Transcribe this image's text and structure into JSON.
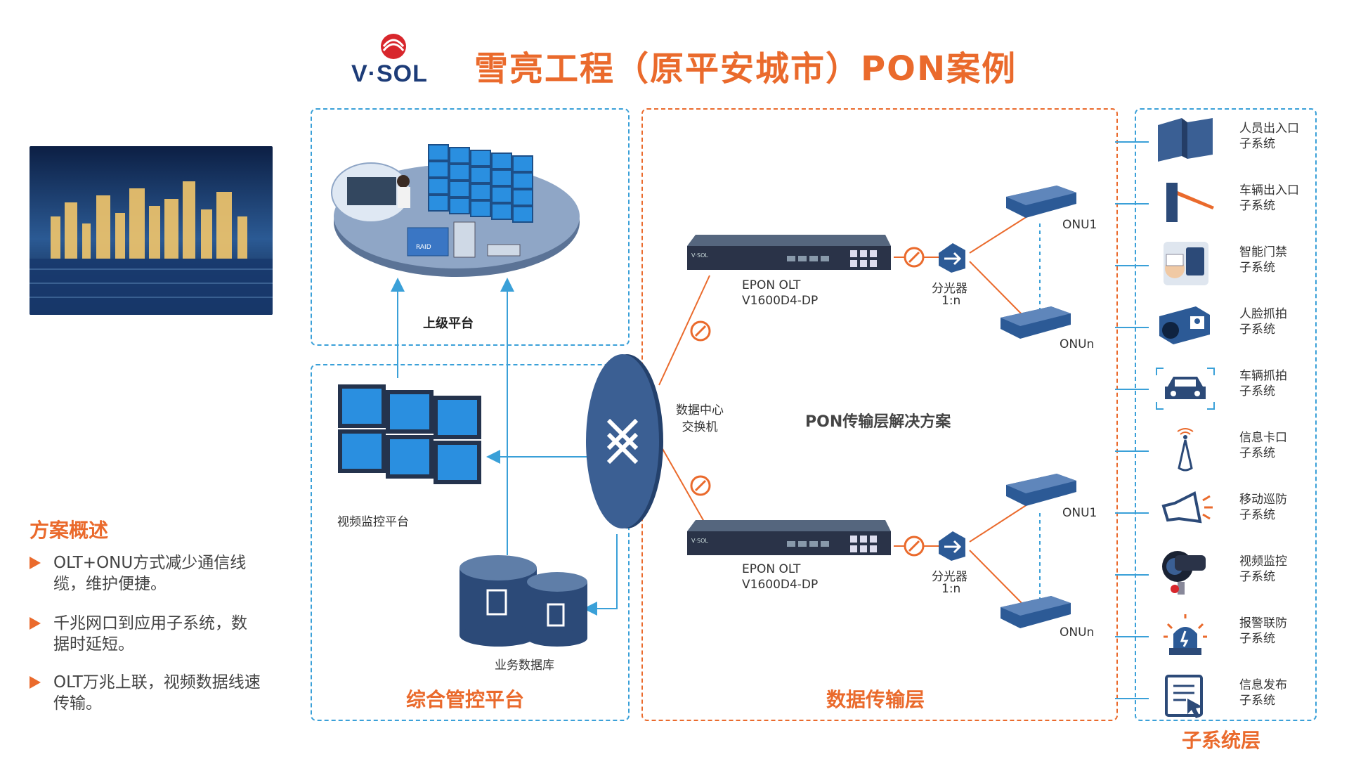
{
  "header": {
    "logo_text": "V·SOL",
    "title": "雪亮工程（原平安城市）PON案例"
  },
  "summary": {
    "title": "方案概述",
    "bullets": [
      "OLT+ONU方式减少通信线缆，维护便捷。",
      "千兆网口到应用子系统，数据时延短。",
      "OLT万兆上联，视频数据线速传输。"
    ]
  },
  "platform": {
    "upper_label": "上级平台",
    "video_wall_label": "视频监控平台",
    "db_label": "业务数据库",
    "section_title": "综合管控平台",
    "raid_text": "RAID"
  },
  "transport": {
    "switch_label": "数据中心交换机",
    "center_label": "PON传输层解决方案",
    "section_title": "数据传输层",
    "olt": [
      {
        "name": "EPON OLT",
        "model": "V1600D4-DP"
      },
      {
        "name": "EPON OLT",
        "model": "V1600D4-DP"
      }
    ],
    "splitter_label": "分光器",
    "splitter_ratio": "1:n",
    "onu_first": "ONU1",
    "onu_last": "ONUn",
    "olt_brand": "V·SOL"
  },
  "subsystems": {
    "section_title": "子系统层",
    "items": [
      {
        "line1": "人员出入口",
        "line2": "子系统",
        "icon": "turnstile-icon"
      },
      {
        "line1": "车辆出入口",
        "line2": "子系统",
        "icon": "barrier-gate-icon"
      },
      {
        "line1": "智能门禁",
        "line2": "子系统",
        "icon": "access-control-icon"
      },
      {
        "line1": "人脸抓拍",
        "line2": "子系统",
        "icon": "face-camera-icon"
      },
      {
        "line1": "车辆抓拍",
        "line2": "子系统",
        "icon": "car-icon"
      },
      {
        "line1": "信息卡口",
        "line2": "子系统",
        "icon": "antenna-icon"
      },
      {
        "line1": "移动巡防",
        "line2": "子系统",
        "icon": "loudspeaker-icon"
      },
      {
        "line1": "视频监控",
        "line2": "子系统",
        "icon": "cctv-camera-icon"
      },
      {
        "line1": "报警联防",
        "line2": "子系统",
        "icon": "alarm-light-icon"
      },
      {
        "line1": "信息发布",
        "line2": "子系统",
        "icon": "info-publish-icon"
      }
    ]
  },
  "colors": {
    "accent": "#ea6a2c",
    "blue_dash": "#3aa0d8",
    "device": "#2c4a78"
  }
}
